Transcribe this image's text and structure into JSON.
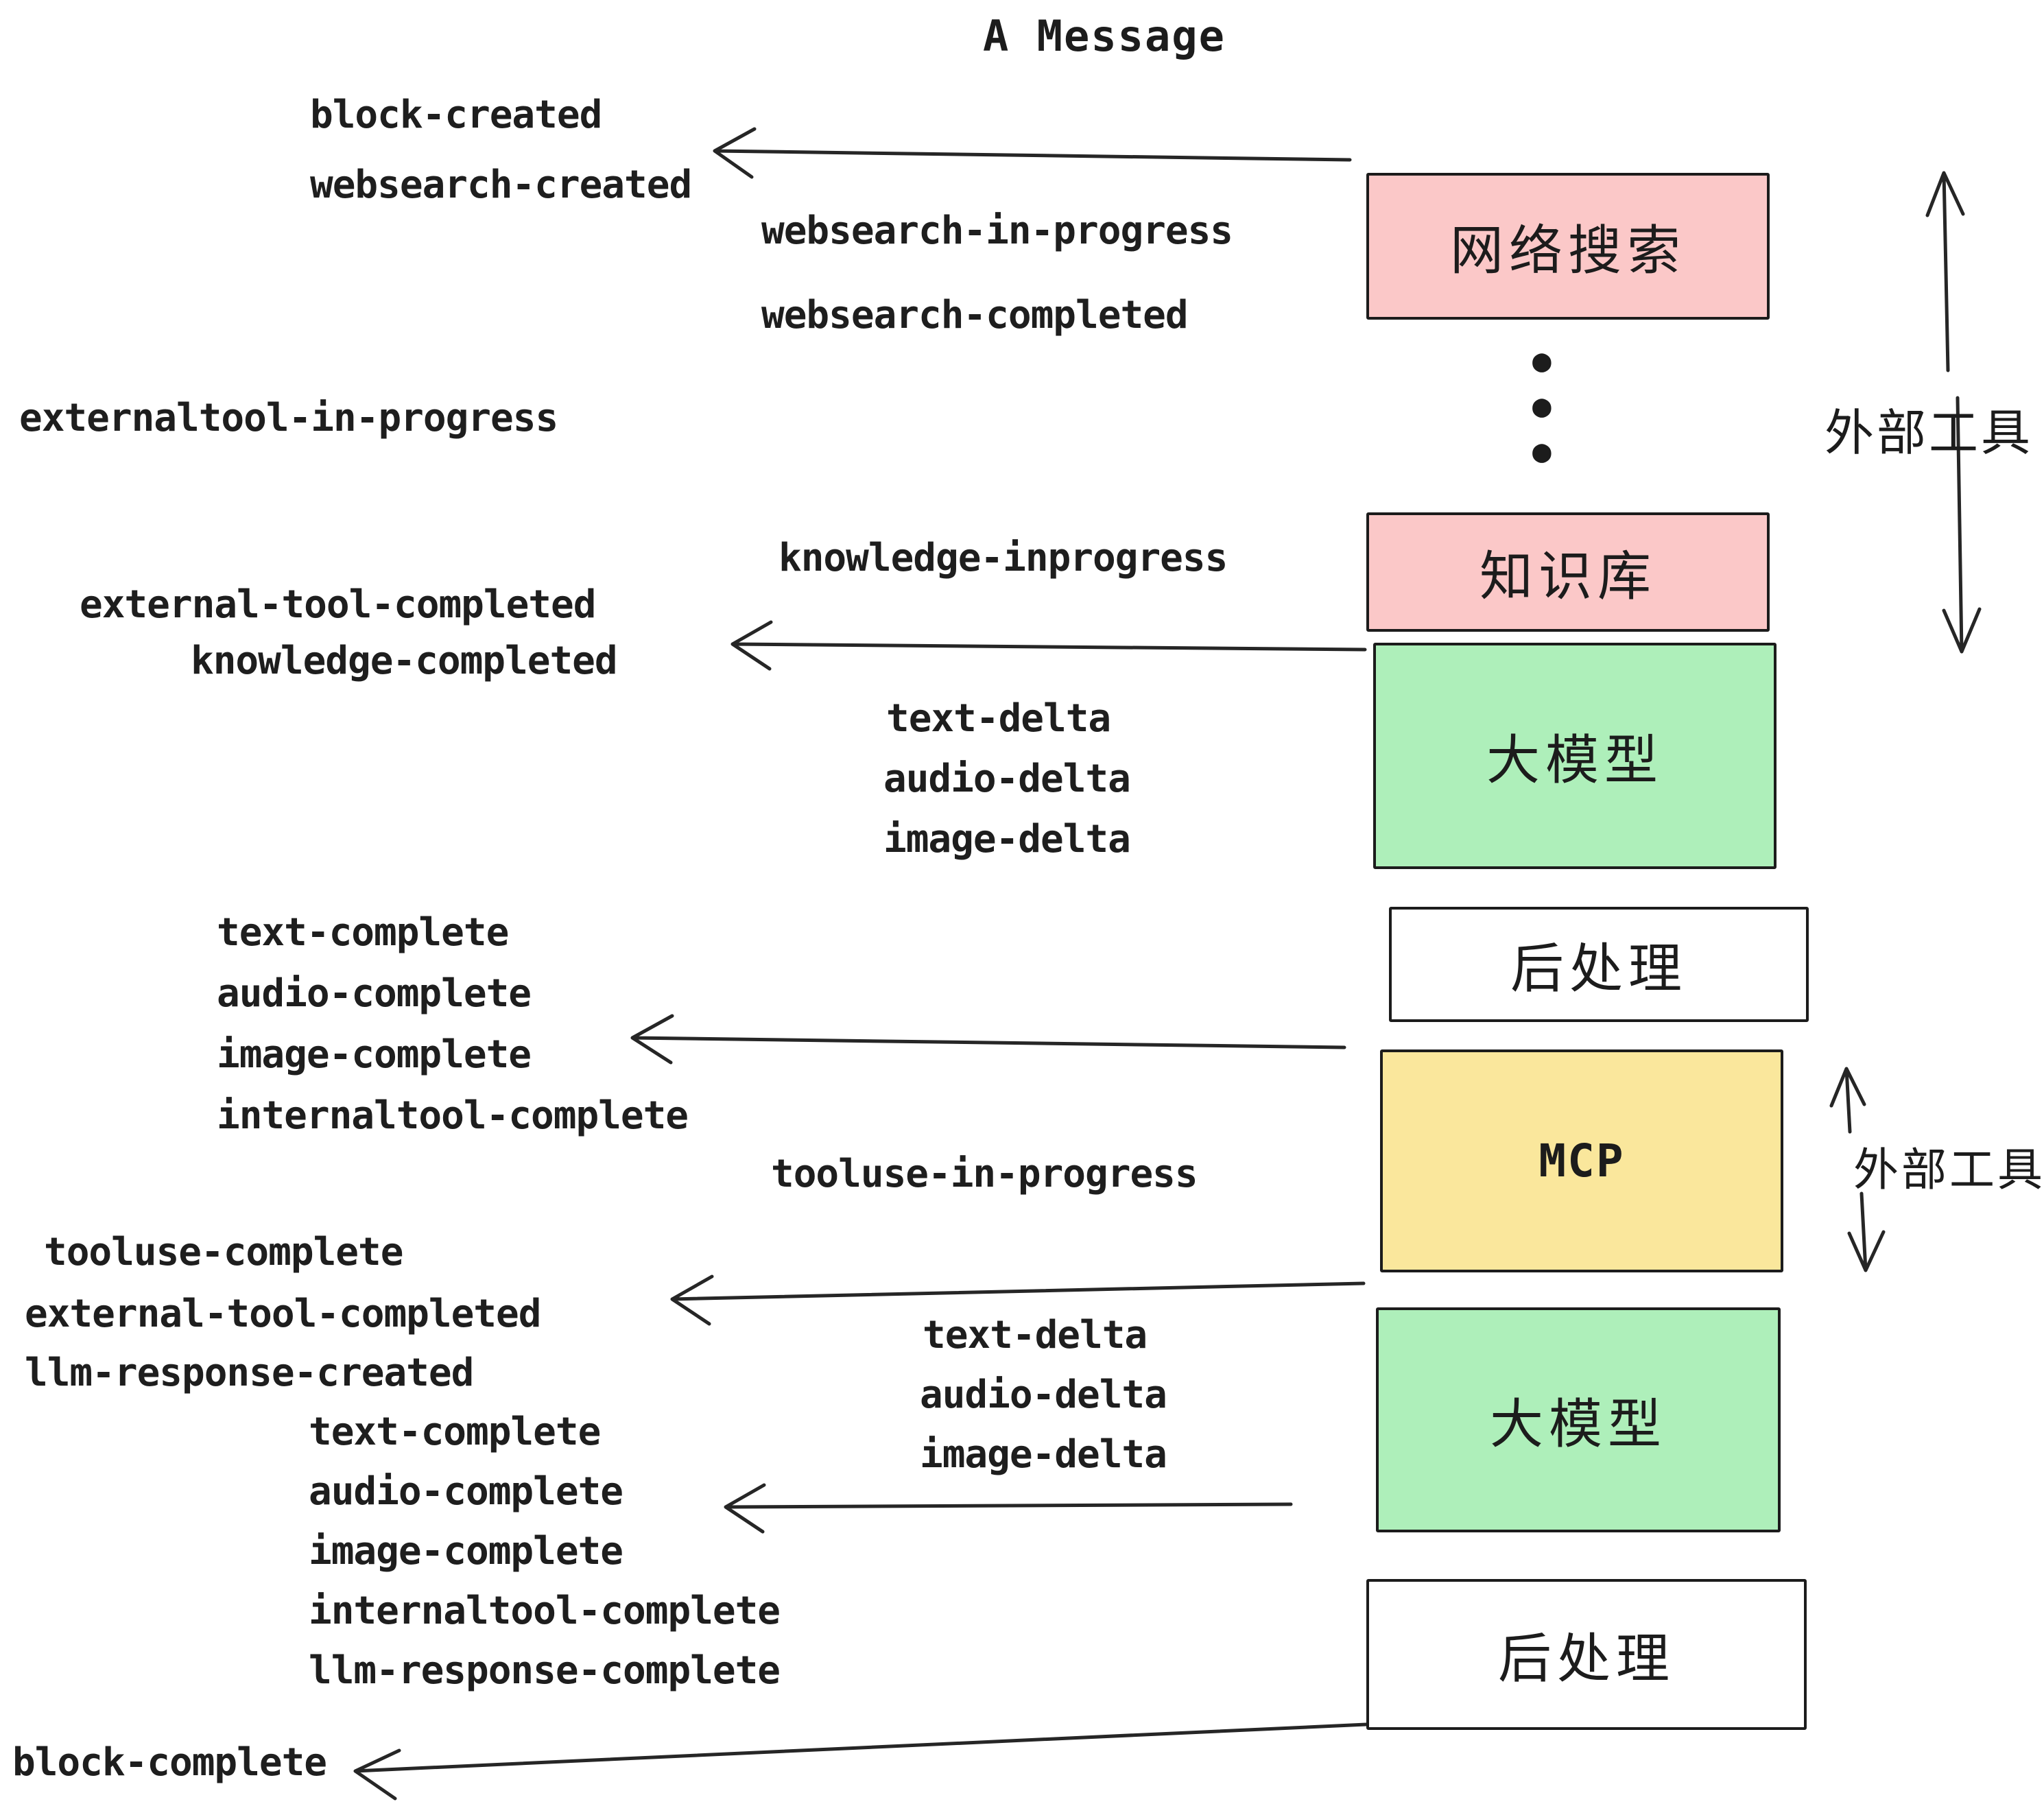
{
  "title": "A Message",
  "colors": {
    "box_pink": "#fbc8c8",
    "box_green": "#aeefba",
    "box_yellow": "#fae79c",
    "box_white": "#ffffff",
    "stroke": "#1c1c1c"
  },
  "boxes": [
    {
      "id": "websearch",
      "label": "网络搜索",
      "fill": "#fbc8c8"
    },
    {
      "id": "knowledge",
      "label": "知识库",
      "fill": "#fbc8c8"
    },
    {
      "id": "llm1",
      "label": "大模型",
      "fill": "#aeefba"
    },
    {
      "id": "post1",
      "label": "后处理",
      "fill": "#ffffff"
    },
    {
      "id": "mcp",
      "label": "MCP",
      "fill": "#fae79c"
    },
    {
      "id": "llm2",
      "label": "大模型",
      "fill": "#aeefba"
    },
    {
      "id": "post2",
      "label": "后处理",
      "fill": "#ffffff"
    }
  ],
  "side_labels": {
    "external_tool_top": "外部工具",
    "external_tool_bottom": "外部工具"
  },
  "glyphs": {
    "dot": "●"
  },
  "events": {
    "block_created": "block-created",
    "websearch_created": "websearch-created",
    "websearch_in_progress": "websearch-in-progress",
    "websearch_completed": "websearch-completed",
    "externaltool_in_progress": "externaltool-in-progress",
    "knowledge_inprogress": "knowledge-inprogress",
    "external_tool_completed_1": "external-tool-completed",
    "knowledge_completed": "knowledge-completed",
    "text_delta_1": "text-delta",
    "audio_delta_1": "audio-delta",
    "image_delta_1": "image-delta",
    "text_complete_1": "text-complete",
    "audio_complete_1": "audio-complete",
    "image_complete_1": "image-complete",
    "internaltool_complete_1": "internaltool-complete",
    "tooluse_in_progress": "tooluse-in-progress",
    "tooluse_complete": "tooluse-complete",
    "external_tool_completed_2": "external-tool-completed",
    "llm_response_created": "llm-response-created",
    "text_delta_2": "text-delta",
    "audio_delta_2": "audio-delta",
    "image_delta_2": "image-delta",
    "text_complete_2": "text-complete",
    "audio_complete_2": "audio-complete",
    "image_complete_2": "image-complete",
    "internaltool_complete_2": "internaltool-complete",
    "llm_response_complete": "llm-response-complete",
    "block_complete": "block-complete"
  }
}
